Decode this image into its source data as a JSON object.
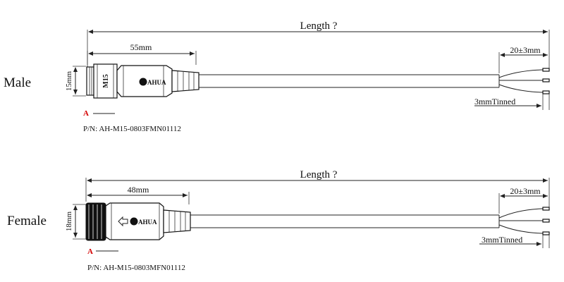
{
  "male": {
    "label": "Male",
    "length_label": "Length ?",
    "connector_length": "55mm",
    "diameter": "15mm",
    "thread_mark": "M15",
    "strip_length": "20±3mm",
    "tinned_label": "3mmTinned",
    "section_mark": "A",
    "part_number": "P/N: AH-M15-0803FMN01112",
    "brand_mark": "AHUA"
  },
  "female": {
    "label": "Female",
    "length_label": "Length ?",
    "connector_length": "48mm",
    "diameter": "18mm",
    "strip_length": "20±3mm",
    "tinned_label": "3mmTinned",
    "section_mark": "A",
    "part_number": "P/N: AH-M15-0803MFN01112",
    "brand_mark": "AHUA"
  },
  "colors": {
    "section_mark": "#d40000",
    "line": "#222222"
  }
}
